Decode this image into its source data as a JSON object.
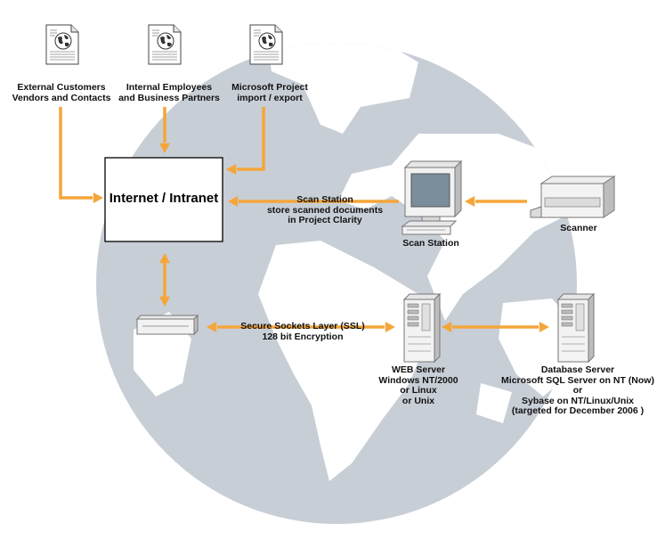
{
  "colors": {
    "arrow": "#f4a63a",
    "globe": "#c8ced6",
    "land": "#ffffff",
    "device_light": "#f2f2f2",
    "device_mid": "#c9c9c9",
    "device_dark": "#6f6f6f",
    "screen": "#7a8d9a"
  },
  "icons": {
    "documents": "document-globe-icon",
    "hub": "network-switch-icon",
    "workstation": "computer-monitor-icon",
    "scanner": "flatbed-scanner-icon",
    "server": "tower-server-icon",
    "background": "world-globe-icon"
  },
  "nodes": {
    "doc_external": {
      "lines": [
        "External Customers",
        "Vendors and Contacts"
      ]
    },
    "doc_internal": {
      "lines": [
        "Internal Employees",
        "and Business Partners"
      ]
    },
    "doc_msproject": {
      "lines": [
        "Microsoft Project",
        "import / export"
      ]
    },
    "internet": {
      "label": "Internet / Intranet"
    },
    "scan_station_note": {
      "lines": [
        "Scan Station",
        "store scanned documents",
        "in Project Clarity"
      ]
    },
    "scan_station": {
      "label": "Scan Station"
    },
    "scanner": {
      "label": "Scanner"
    },
    "ssl": {
      "lines": [
        "Secure Sockets Layer (SSL)",
        "128 bit Encryption"
      ]
    },
    "web_server": {
      "lines": [
        "WEB Server",
        "Windows NT/2000",
        "or Linux",
        "or Unix"
      ]
    },
    "db_server": {
      "lines": [
        "Database Server",
        "Microsoft SQL Server on NT (Now)",
        "or",
        "Sybase on NT/Linux/Unix",
        "(targeted for December 2006 )"
      ]
    }
  }
}
